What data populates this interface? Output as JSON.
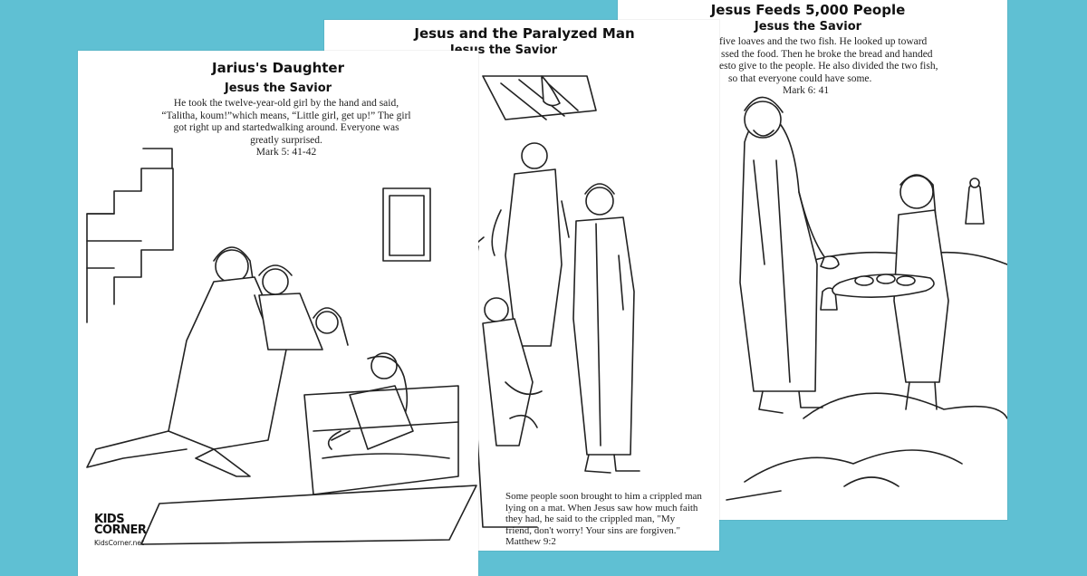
{
  "sheets": {
    "right": {
      "title": "Jesus Feeds 5,000 People",
      "subtitle": "Jesus the Savior",
      "caption_lines": [
        "five loaves and the two fish. He looked up toward",
        "ssed the food. Then he broke the bread and handed",
        "esto give to the people. He also divided the two fish,",
        "so that everyone could have some."
      ],
      "reference": "Mark 6: 41"
    },
    "middle": {
      "title": "Jesus and the Paralyzed Man",
      "subtitle": "Jesus the Savior",
      "caption_lines": [
        "Some people soon brought to him a crippled man",
        "lying on a mat. When Jesus saw how much faith",
        "they had, he said to the crippled man, \"My",
        "friend, don't worry! Your sins are forgiven.\""
      ],
      "reference": "Matthew 9:2"
    },
    "left": {
      "title": "Jarius's Daughter",
      "subtitle": "Jesus the Savior",
      "caption_lines": [
        "He took the twelve-year-old girl by the hand and said,",
        "“Talitha, koum!”which means, “Little girl, get up!” The girl",
        "got right up and startedwalking around. Everyone was",
        "greatly surprised."
      ],
      "reference": "Mark 5: 41-42"
    }
  },
  "logo": {
    "line1": "KIDS",
    "line2": "CORNER",
    "url": "KidsCorner.net"
  },
  "colors": {
    "background": "#5fc0d3",
    "paper": "#ffffff",
    "ink": "#222222"
  }
}
